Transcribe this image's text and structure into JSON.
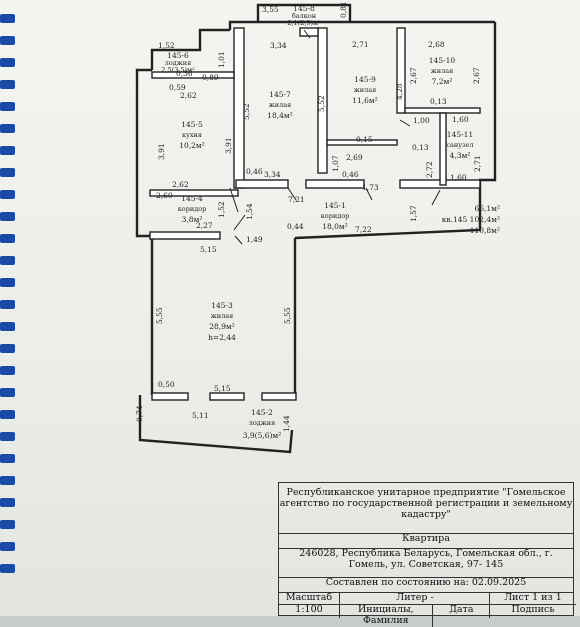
{
  "rooms": {
    "r1": {
      "num": "145-1",
      "name": "коридор",
      "area": "18,0м²"
    },
    "r2": {
      "num": "145-2",
      "name": "лоджия",
      "area": "3,9(5,6)м²"
    },
    "r3": {
      "num": "145-3",
      "name": "жилая",
      "area": "28,9м²",
      "height": "h=2,44"
    },
    "r4": {
      "num": "145-4",
      "name": "коридор",
      "area": "3,8м²"
    },
    "r5": {
      "num": "145-5",
      "name": "кухня",
      "area": "10,2м²"
    },
    "r6": {
      "num": "145-6",
      "name": "лоджия",
      "area": "2,5(3,5)м²"
    },
    "r7": {
      "num": "145-7",
      "name": "жилая",
      "area": "18,4м²"
    },
    "r8": {
      "num": "145-8",
      "name": "балкон",
      "area": "2,1(2,9)м²"
    },
    "r9": {
      "num": "145-9",
      "name": "жилая",
      "area": "11,6м²"
    },
    "r10": {
      "num": "145-10",
      "name": "жилая",
      "area": "7,2м²"
    },
    "r11": {
      "num": "145-11",
      "name": "санузел",
      "area": "4,3м²"
    }
  },
  "dims": {
    "d355": "3,55",
    "d081": "0,81",
    "d152": "1,52",
    "d101": "1,01",
    "d334top": "3,34",
    "d271": "2,71",
    "d268": "2,68",
    "d036": "0,36",
    "d089": "0,89",
    "d059": "0,59",
    "d262": "2,62",
    "d552a": "5,52",
    "d552b": "5,52",
    "d428": "4,28",
    "d267a": "2,67",
    "d267b": "2,67",
    "d013a": "0,13",
    "d100": "1,00",
    "d160a": "1,60",
    "d391a": "3,91",
    "d391b": "3,91",
    "d015": "0,15",
    "d013b": "0,13",
    "d269": "2,69",
    "d107": "1,07",
    "d272": "2,72",
    "d271b": "2,71",
    "d160b": "1,60",
    "d046a": "0,46",
    "d334b": "3,34",
    "d046b": "0,46",
    "d173": "1,73",
    "d721": "7,21",
    "d262b": "2,62",
    "d260": "2,60",
    "d154": "1,54",
    "d157": "1,57",
    "d152b": "1,52",
    "d227": "2,27",
    "d149": "1,49",
    "d044": "0,44",
    "d722": "7,22",
    "d515top": "5,15",
    "d555a": "5,55",
    "d555b": "5,55",
    "d050": "0,50",
    "d515b": "5,15",
    "d074": "0,74",
    "d511": "5,11",
    "d144": "1,44"
  },
  "totals": {
    "t1": "66,1м²",
    "t2": "кв.145 102,4м²",
    "t3": "110,8м²"
  },
  "stamp": {
    "org": "Республиканское унитарное предприятие \"Гомельское агентство по государственной регистрации и земельному кадастру\"",
    "type": "Квартира",
    "address": "246028, Республика Беларусь, Гомельская обл., г. Гомель, ул. Советская, 97- 145",
    "state": "Составлен по состоянию на: 02.09.2025",
    "scale_label": "Масштаб",
    "scale": "1:100",
    "liter": "Литер -",
    "sheet": "Лист 1 из 1",
    "initials": "Инициалы, Фамилия",
    "date": "Дата",
    "signature": "Подпись"
  }
}
